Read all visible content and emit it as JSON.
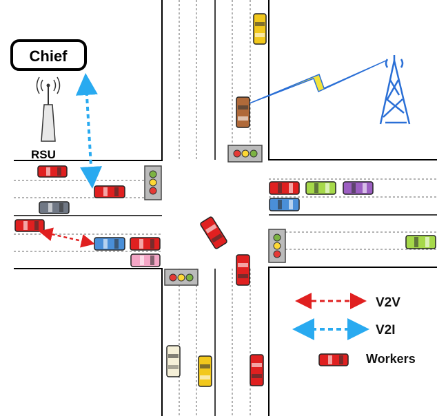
{
  "labels": {
    "chief": "Chief",
    "rsu": "RSU"
  },
  "legend": {
    "v2v": "V2V",
    "v2i": "V2I",
    "workers": "Workers"
  },
  "colors": {
    "v2v_arrow": "#e02020",
    "v2i_arrow": "#29aaf0",
    "tower": "#2a6fd6",
    "lightning": "#f2e23a",
    "worker_car": "#e02020"
  },
  "icons": {
    "tower": "cell-tower-icon",
    "rsu": "rsu-antenna-icon",
    "lightning": "lightning-bolt-icon",
    "traffic_light": "traffic-light-icon",
    "car": "car-icon"
  }
}
